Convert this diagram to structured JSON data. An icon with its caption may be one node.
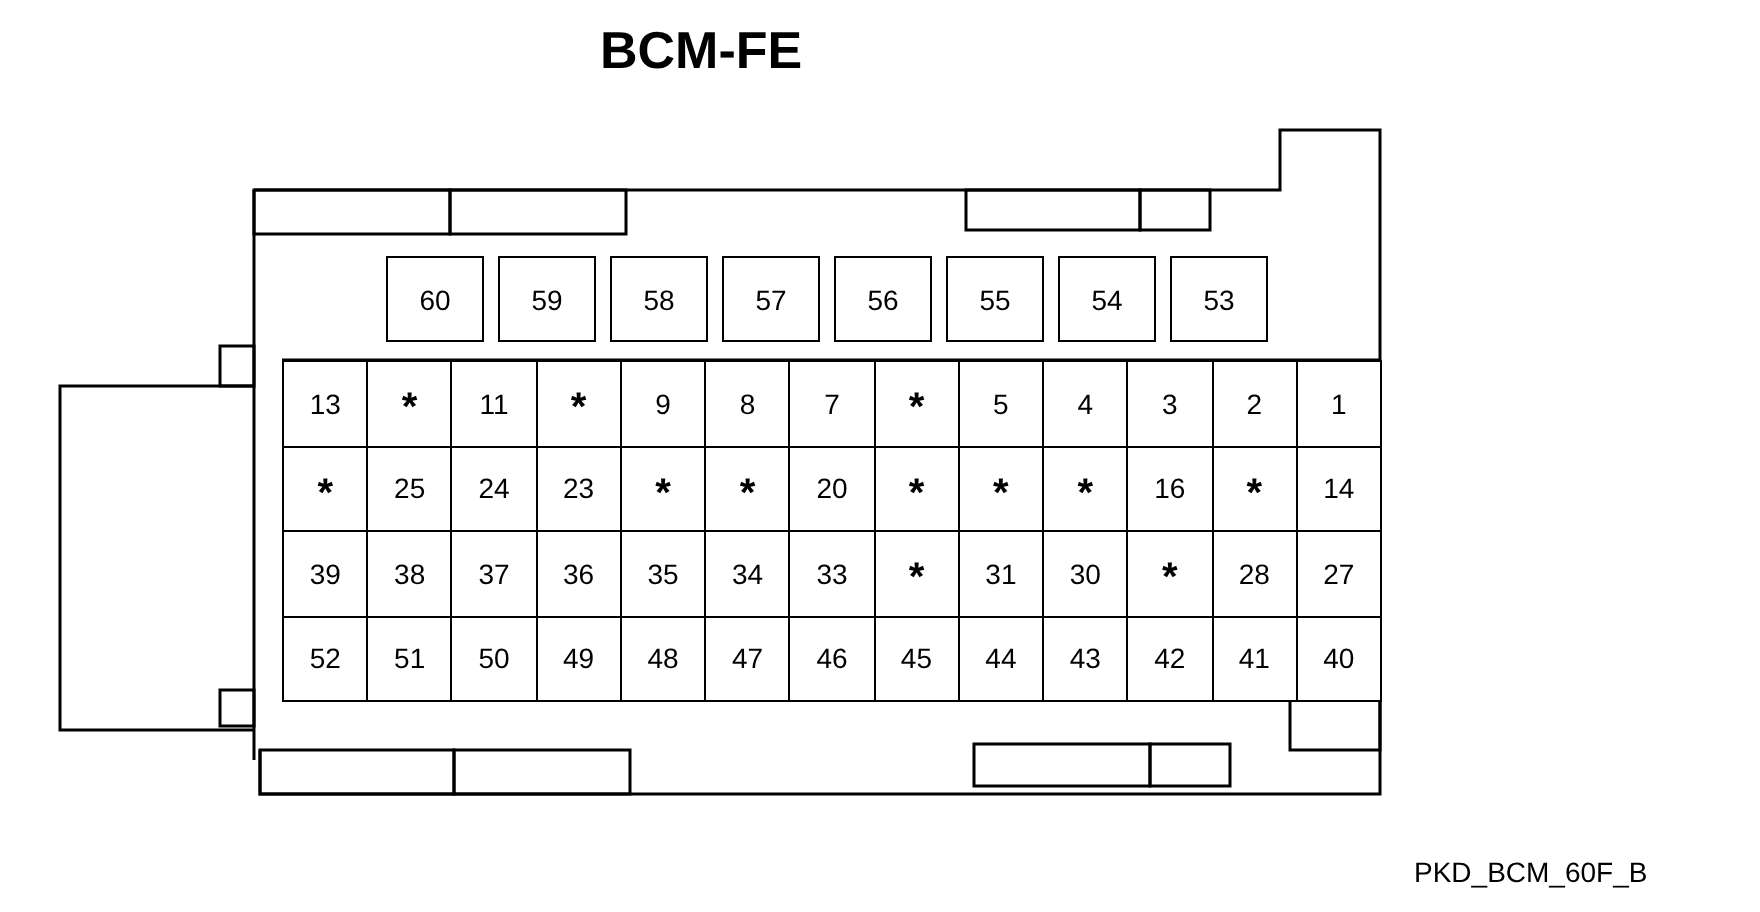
{
  "diagram": {
    "title": "BCM-FE",
    "caption": "PKD_BCM_60F_B",
    "nodes": [
      {
        "text": [
          "60"
        ]
      },
      {
        "text": [
          "59"
        ]
      },
      {
        "text": [
          "58"
        ]
      },
      {
        "text": [
          "57"
        ]
      },
      {
        "text": [
          "56"
        ]
      },
      {
        "text": [
          "55"
        ]
      },
      {
        "text": [
          "54"
        ]
      },
      {
        "text": [
          "53"
        ]
      },
      {
        "text": [
          "13"
        ]
      },
      {
        "text": [
          "*"
        ]
      },
      {
        "text": [
          "11"
        ]
      },
      {
        "text": [
          "*"
        ]
      },
      {
        "text": [
          "9"
        ]
      },
      {
        "text": [
          "8"
        ]
      },
      {
        "text": [
          "7"
        ]
      },
      {
        "text": [
          "*"
        ]
      },
      {
        "text": [
          "5"
        ]
      },
      {
        "text": [
          "4"
        ]
      },
      {
        "text": [
          "3"
        ]
      },
      {
        "text": [
          "2"
        ]
      },
      {
        "text": [
          "1"
        ]
      },
      {
        "text": [
          "*"
        ]
      },
      {
        "text": [
          "25"
        ]
      },
      {
        "text": [
          "24"
        ]
      },
      {
        "text": [
          "23"
        ]
      },
      {
        "text": [
          "*"
        ]
      },
      {
        "text": [
          "*"
        ]
      },
      {
        "text": [
          "20"
        ]
      },
      {
        "text": [
          "*"
        ]
      },
      {
        "text": [
          "*"
        ]
      },
      {
        "text": [
          "*"
        ]
      },
      {
        "text": [
          "16"
        ]
      },
      {
        "text": [
          "*"
        ]
      },
      {
        "text": [
          "14"
        ]
      },
      {
        "text": [
          "39"
        ]
      },
      {
        "text": [
          "38"
        ]
      },
      {
        "text": [
          "37"
        ]
      },
      {
        "text": [
          "36"
        ]
      },
      {
        "text": [
          "35"
        ]
      },
      {
        "text": [
          "34"
        ]
      },
      {
        "text": [
          "33"
        ]
      },
      {
        "text": [
          "*"
        ]
      },
      {
        "text": [
          "31"
        ]
      },
      {
        "text": [
          "30"
        ]
      },
      {
        "text": [
          "*"
        ]
      },
      {
        "text": [
          "28"
        ]
      },
      {
        "text": [
          "27"
        ]
      },
      {
        "text": [
          "52"
        ]
      },
      {
        "text": [
          "51"
        ]
      },
      {
        "text": [
          "50"
        ]
      },
      {
        "text": [
          "49"
        ]
      },
      {
        "text": [
          "48"
        ]
      },
      {
        "text": [
          "47"
        ]
      },
      {
        "text": [
          "46"
        ]
      },
      {
        "text": [
          "45"
        ]
      },
      {
        "text": [
          "44"
        ]
      },
      {
        "text": [
          "43"
        ]
      },
      {
        "text": [
          "42"
        ]
      },
      {
        "text": [
          "41"
        ]
      },
      {
        "text": [
          "40"
        ]
      }
    ]
  }
}
